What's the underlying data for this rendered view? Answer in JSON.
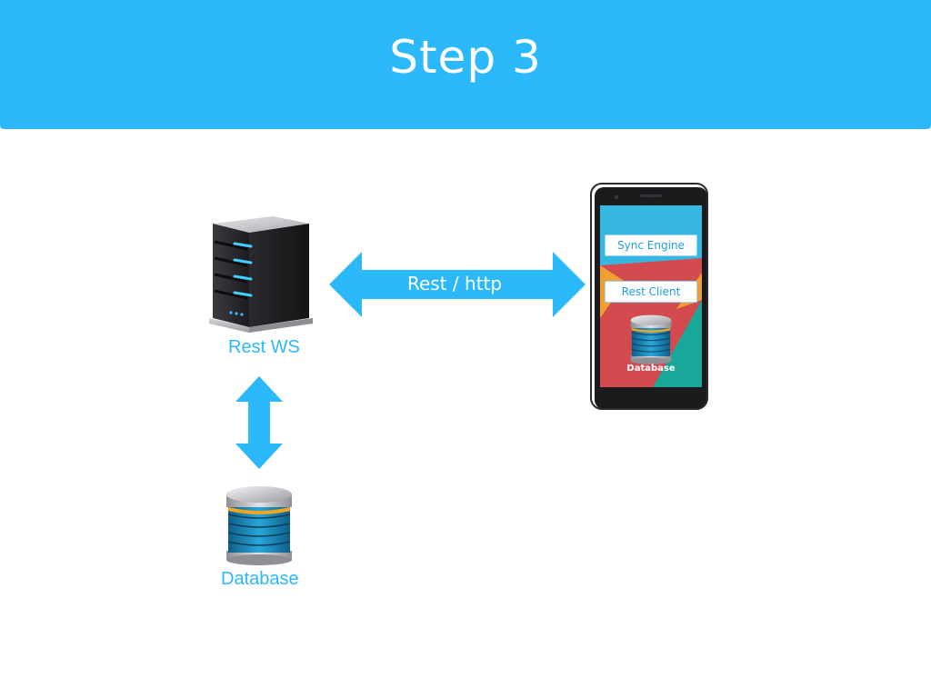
{
  "slide": {
    "title": "Step 3"
  },
  "diagram": {
    "server_label": "Rest WS",
    "database_label": "Database",
    "connection_label": "Rest / http",
    "phone": {
      "sync_engine_label": "Sync Engine",
      "rest_client_label": "Rest Client",
      "database_label": "Database"
    }
  },
  "colors": {
    "accent": "#2bb9fb",
    "header_bg": "#2bb9fb",
    "text_on_accent": "#ffffff"
  }
}
